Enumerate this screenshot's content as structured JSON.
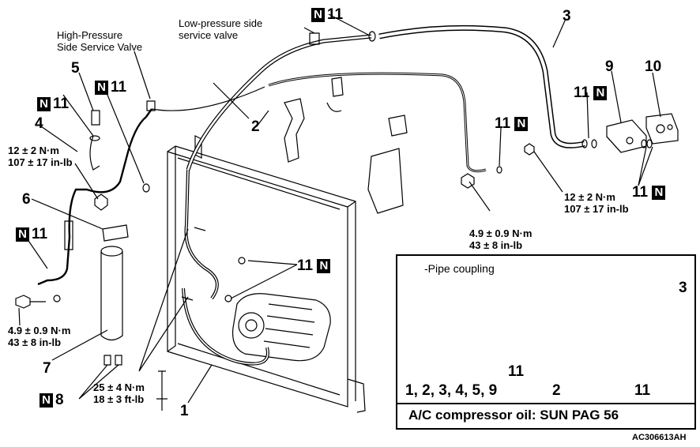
{
  "labels": {
    "hp_valve_l1": "High-Pressure",
    "hp_valve_l2": "Side Service Valve",
    "lp_valve_l1": "Low-pressure side",
    "lp_valve_l2": "service valve",
    "n_mark": "N",
    "n11": "11",
    "p1": "1",
    "p2": "2",
    "p3": "3",
    "p4": "4",
    "p5": "5",
    "p6": "6",
    "p7": "7",
    "p8": "8",
    "p9": "9",
    "p10": "10",
    "p11": "11",
    "torque_12_nm": "12 ± 2 N·m",
    "torque_12_inlb": "107 ± 17 in-lb",
    "torque_49_nm": "4.9 ± 0.9 N·m",
    "torque_49_inlb": "43 ± 8 in-lb",
    "torque_25_nm": "25 ± 4 N·m",
    "torque_25_ftlb": "18 ± 3 ft-lb"
  },
  "inset": {
    "pipe_coupling": "-Pipe coupling",
    "parts_list": "1, 2, 3, 4, 5, 9",
    "oil_note": "A/C compressor oil:  SUN PAG 56"
  },
  "figure_code": "AC306613AH"
}
